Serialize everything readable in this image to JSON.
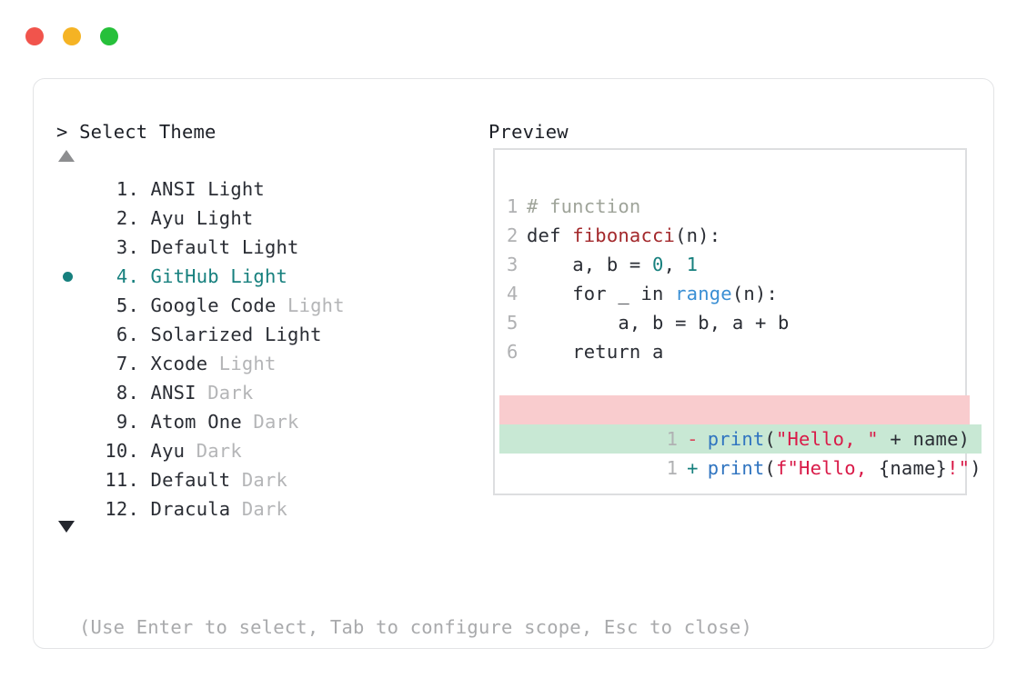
{
  "window": {
    "traffic_lights": [
      {
        "name": "close-button",
        "color": "#f1544c"
      },
      {
        "name": "minimize-button",
        "color": "#f5b324"
      },
      {
        "name": "maximize-button",
        "color": "#26c03a"
      }
    ]
  },
  "left": {
    "prompt": "> Select Theme",
    "scroll_up_icon": "triangle-up-icon",
    "scroll_down_icon": "triangle-down-icon",
    "selected_index": 4,
    "accent_color": "#17807e",
    "items": [
      {
        "num": "1.",
        "name": "ANSI",
        "tag": "Light",
        "tag_muted": false,
        "selected": false
      },
      {
        "num": "2.",
        "name": "Ayu",
        "tag": "Light",
        "tag_muted": false,
        "selected": false
      },
      {
        "num": "3.",
        "name": "Default",
        "tag": "Light",
        "tag_muted": false,
        "selected": false
      },
      {
        "num": "4.",
        "name": "GitHub",
        "tag": "Light",
        "tag_muted": false,
        "selected": true
      },
      {
        "num": "5.",
        "name": "Google Code",
        "tag": "Light",
        "tag_muted": true,
        "selected": false
      },
      {
        "num": "6.",
        "name": "Solarized",
        "tag": "Light",
        "tag_muted": false,
        "selected": false
      },
      {
        "num": "7.",
        "name": "Xcode",
        "tag": "Light",
        "tag_muted": true,
        "selected": false
      },
      {
        "num": "8.",
        "name": "ANSI",
        "tag": "Dark",
        "tag_muted": true,
        "selected": false
      },
      {
        "num": "9.",
        "name": "Atom One",
        "tag": "Dark",
        "tag_muted": true,
        "selected": false
      },
      {
        "num": "10.",
        "name": "Ayu",
        "tag": "Dark",
        "tag_muted": true,
        "selected": false
      },
      {
        "num": "11.",
        "name": "Default",
        "tag": "Dark",
        "tag_muted": true,
        "selected": false
      },
      {
        "num": "12.",
        "name": "Dracula",
        "tag": "Dark",
        "tag_muted": true,
        "selected": false
      }
    ],
    "hint": "(Use Enter to select, Tab to configure scope, Esc to close)"
  },
  "right": {
    "title": "Preview",
    "code": {
      "lines": [
        {
          "ln": "1",
          "text": "# function"
        },
        {
          "ln": "2",
          "text": "def fibonacci(n):"
        },
        {
          "ln": "3",
          "text": "    a, b = 0, 1"
        },
        {
          "ln": "4",
          "text": "    for _ in range(n):"
        },
        {
          "ln": "5",
          "text": "        a, b = b, a + b"
        },
        {
          "ln": "6",
          "text": "    return a"
        }
      ]
    },
    "diff": {
      "removed": {
        "ln": "1",
        "sign": "-",
        "text": "print(\"Hello, \" + name)"
      },
      "added": {
        "ln": "1",
        "sign": "+",
        "text": "print(f\"Hello, {name}!\")"
      }
    },
    "colors": {
      "comment": "#9fa49a",
      "function": "#a3282b",
      "number": "#17807e",
      "builtin": "#3a8fd4",
      "string": "#d91a48",
      "diff_removed_bg": "#f9ccce",
      "diff_added_bg": "#c8e8d4"
    }
  }
}
